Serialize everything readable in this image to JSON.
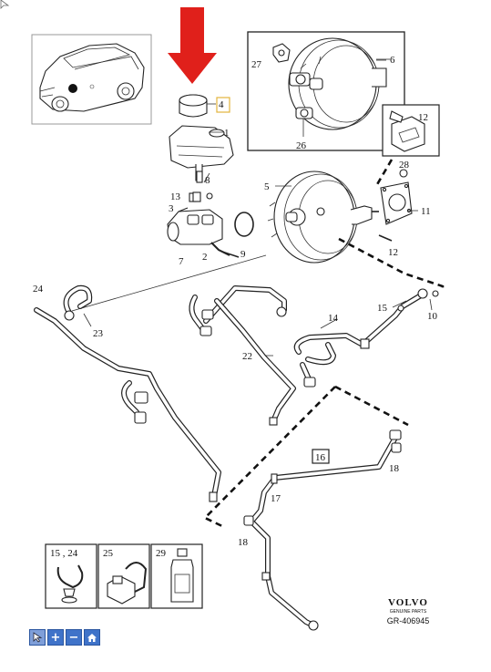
{
  "callouts": {
    "c1": "1",
    "c2": "2",
    "c3": "3",
    "c4": "4",
    "c5": "5",
    "c6": "6",
    "c7": "7",
    "c8": "8",
    "c9": "9",
    "c10": "10",
    "c11": "11",
    "c12a": "12",
    "c12b": "12",
    "c13": "13",
    "c14": "14",
    "c15": "15",
    "c16": "16",
    "c17": "17",
    "c18a": "18",
    "c18b": "18",
    "c22": "22",
    "c23": "23",
    "c24": "24",
    "c26": "26",
    "c27": "27",
    "c28": "28"
  },
  "legend": {
    "clip_label": "15 , 24",
    "bracket_label": "25",
    "bottle_label": "29"
  },
  "brand": {
    "name": "VOLVO",
    "tagline": "GENUINE PARTS",
    "reference": "GR-406945"
  },
  "toolbar": {
    "select_icon": "cursor-icon",
    "zoom_in_icon": "plus-icon",
    "zoom_out_icon": "minus-icon",
    "home_icon": "home-icon",
    "zoom_in_glyph": "+",
    "zoom_out_glyph": "−"
  },
  "colors": {
    "arrow": "#e0201b",
    "toolbar": "#3f73c9",
    "highlight_box": "#e2b53c"
  }
}
